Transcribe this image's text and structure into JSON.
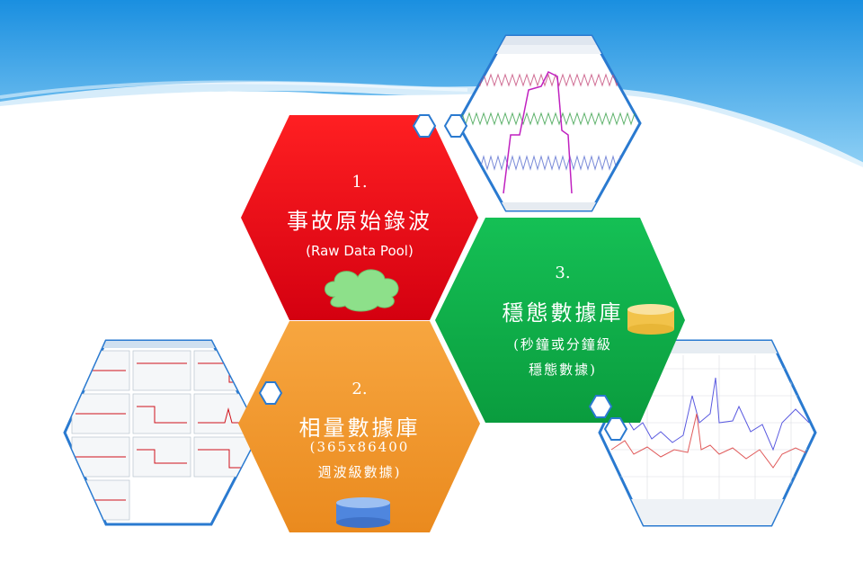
{
  "hexagons": [
    {
      "number": "1.",
      "title": "事故原始錄波",
      "subtitle": "(Raw Data Pool)",
      "color": "#e8001a",
      "icon": "cloud-icon"
    },
    {
      "number": "2.",
      "title": "相量數據庫",
      "subtitle_line1": "(365x86400",
      "subtitle_line2": "週波級數據)",
      "color": "#f29a2e",
      "icon": "database-icon"
    },
    {
      "number": "3.",
      "title": "穩態數據庫",
      "subtitle_line1": "(秒鐘或分鐘級",
      "subtitle_line2": "穩態數據)",
      "color": "#11b04a",
      "icon": "database-icon"
    }
  ],
  "colors": {
    "sky_top": "#1a8fe0",
    "sky_bottom": "#9fd6f7",
    "cloud": "#8de08a",
    "db_top": "#f7d77a",
    "db_blue": "#5b8fe0"
  }
}
